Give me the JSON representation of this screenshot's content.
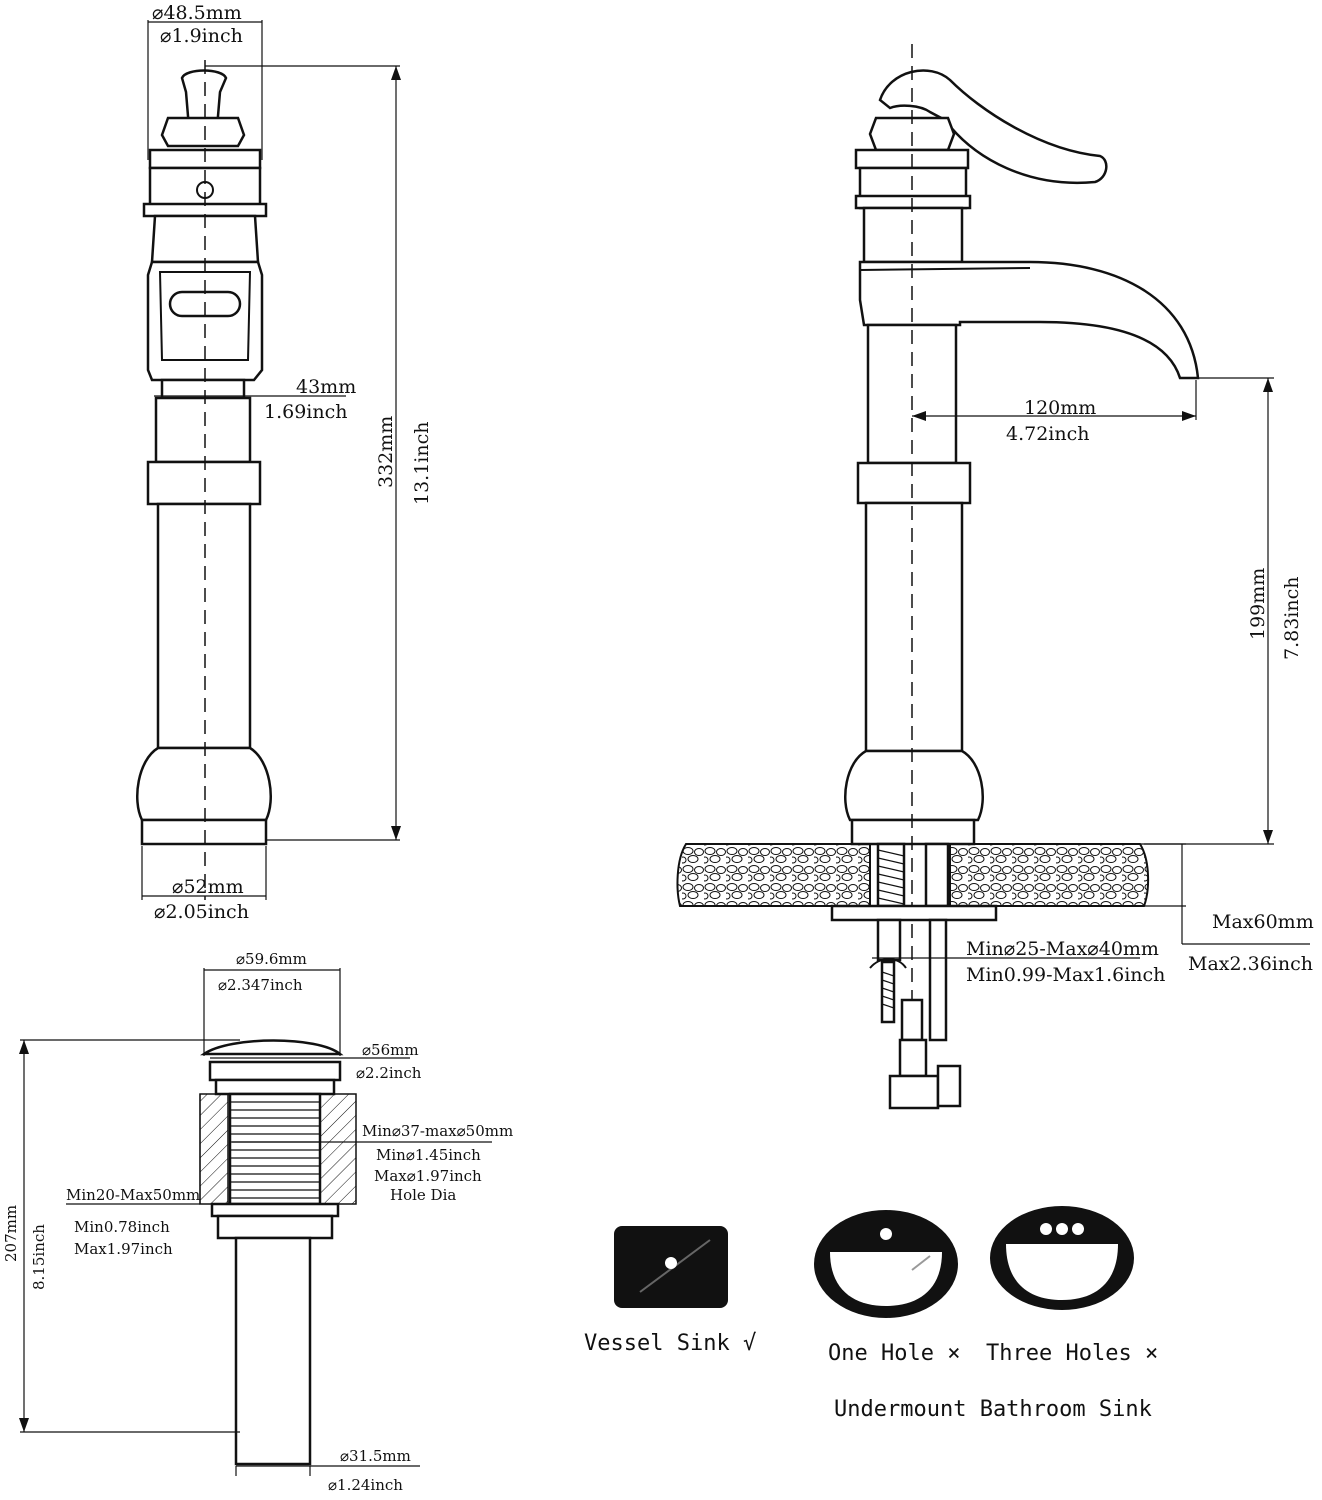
{
  "front_view": {
    "top_diameter_mm": "⌀48.5mm",
    "top_diameter_in": "⌀1.9inch",
    "neck_mm": "43mm",
    "neck_in": "1.69inch",
    "height_mm": "332mm",
    "height_in": "13.1inch",
    "base_mm": "⌀52mm",
    "base_in": "⌀2.05inch"
  },
  "side_view": {
    "reach_mm": "120mm",
    "reach_in": "4.72inch",
    "spout_height_mm": "199mm",
    "spout_height_in": "7.83inch",
    "deck_max_mm": "Max60mm",
    "deck_max_in": "Max2.36inch",
    "hole_mm": "Min⌀25-Max⌀40mm",
    "hole_in": "Min0.99-Max1.6inch"
  },
  "drain": {
    "cap_mm": "⌀59.6mm",
    "cap_in": "⌀2.347inch",
    "flange_mm": "⌀56mm",
    "flange_in": "⌀2.2inch",
    "hole_mm": "Min⌀37-max⌀50mm",
    "hole_in_min": "Min⌀1.45inch",
    "hole_in_max": "Max⌀1.97inch",
    "hole_label": "Hole Dia",
    "thickness_mm": "Min20-Max50mm",
    "thickness_in_min": "Min0.78inch",
    "thickness_in_max": "Max1.97inch",
    "height_mm": "207mm",
    "height_in": "8.15inch",
    "pipe_mm": "⌀31.5mm",
    "pipe_in": "⌀1.24inch"
  },
  "sinks": {
    "vessel": "Vessel Sink  √",
    "one_hole": "One Hole ×",
    "three_holes": "Three Holes ×",
    "undermount": "Undermount Bathroom Sink"
  }
}
